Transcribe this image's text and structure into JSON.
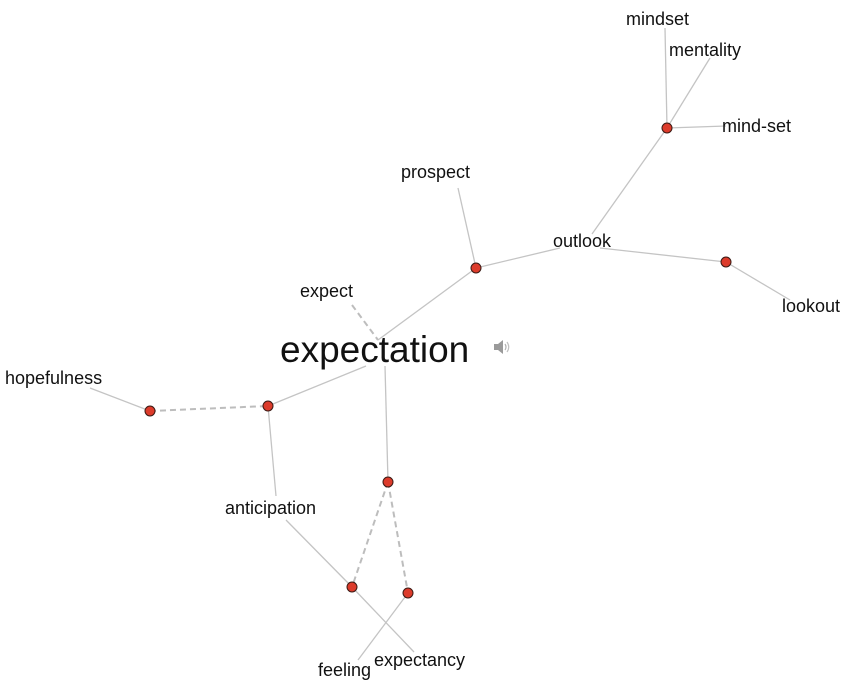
{
  "words": {
    "main": "expectation",
    "mindset": "mindset",
    "mentality": "mentality",
    "mind_set": "mind-set",
    "prospect": "prospect",
    "outlook": "outlook",
    "expect": "expect",
    "lookout": "lookout",
    "hopefulness": "hopefulness",
    "anticipation": "anticipation",
    "feeling": "feeling",
    "expectancy": "expectancy"
  },
  "icons": {
    "speaker": "speaker-icon"
  },
  "colors": {
    "node": "#dc3b2b",
    "edge": "#c4c4c4"
  }
}
